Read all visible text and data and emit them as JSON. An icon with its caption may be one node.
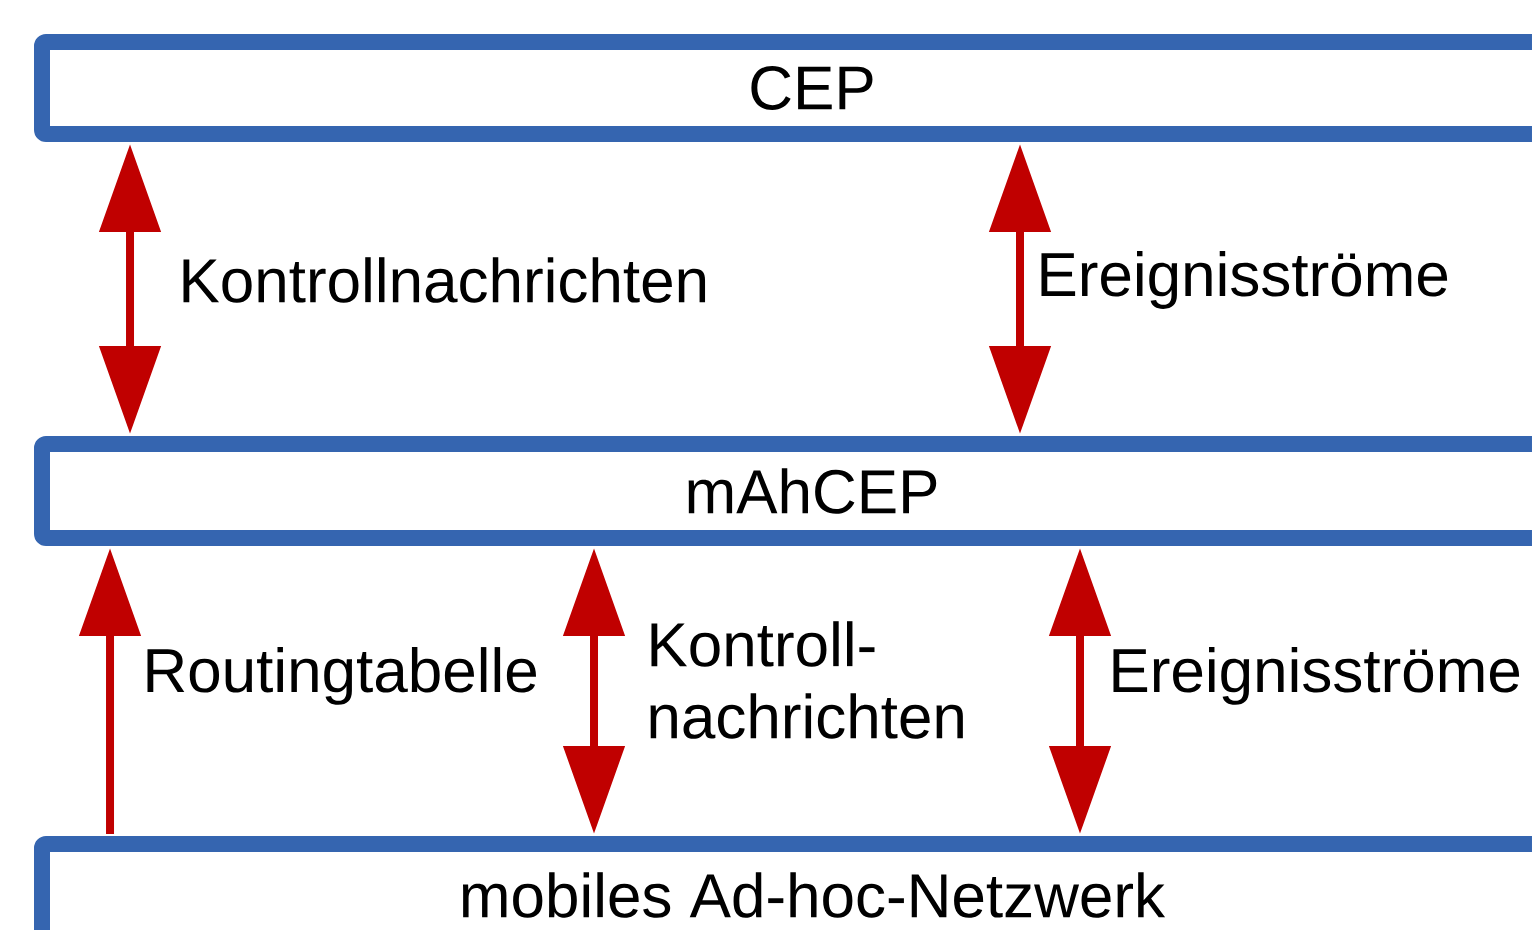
{
  "diagram": {
    "nodes": [
      {
        "text": [
          "CEP"
        ]
      },
      {
        "text": [
          "mAhCEP"
        ]
      },
      {
        "text": [
          "mobiles Ad-hoc-Netzwerk"
        ]
      }
    ],
    "edges": [
      {
        "from": 0,
        "to": 1,
        "arrow": "both",
        "label": "Kontrollnachrichten"
      },
      {
        "from": 0,
        "to": 1,
        "arrow": "both",
        "label": "Ereignisströme"
      },
      {
        "from": 2,
        "to": 1,
        "arrow": "to",
        "label": "Routingtabelle"
      },
      {
        "from": 1,
        "to": 2,
        "arrow": "both",
        "label": "Kontroll- nachrichten"
      },
      {
        "from": 1,
        "to": 2,
        "arrow": "both",
        "label": "Ereignisströme"
      }
    ]
  }
}
